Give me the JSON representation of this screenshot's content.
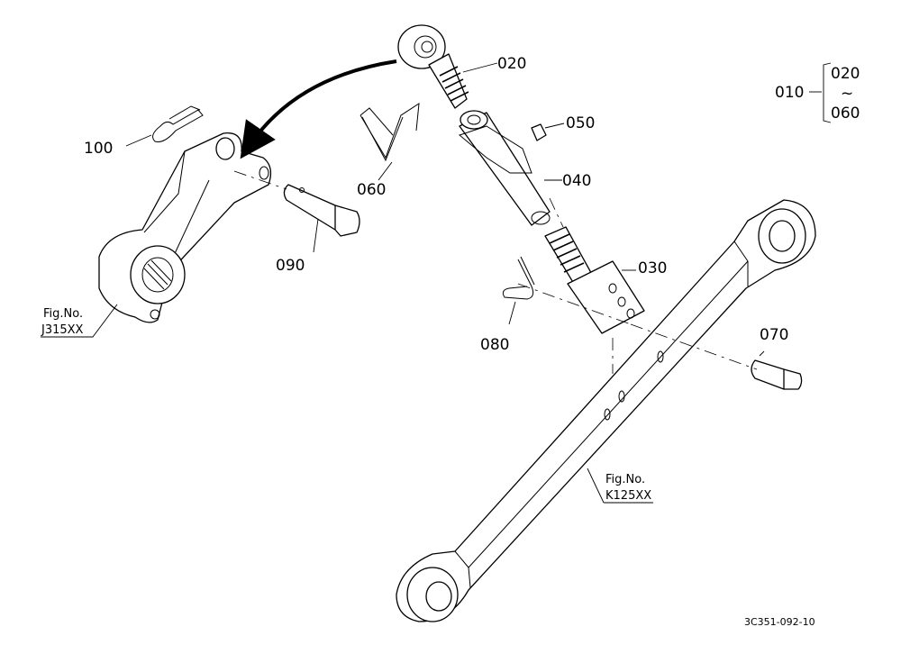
{
  "callouts": {
    "p010": "010",
    "p020": "020",
    "p030": "030",
    "p040": "040",
    "p050": "050",
    "p060": "060",
    "p070": "070",
    "p080": "080",
    "p090": "090",
    "p100": "100"
  },
  "range_bracket": {
    "from": "020",
    "tilde": "~",
    "to": "060"
  },
  "fig_refs": {
    "left": {
      "label": "Fig.No.",
      "code": "J315XX"
    },
    "right": {
      "label": "Fig.No.",
      "code": "K125XX"
    }
  },
  "drawing_code": "3C351-092-10",
  "colors": {
    "ink": "#000000",
    "paper": "#ffffff"
  }
}
